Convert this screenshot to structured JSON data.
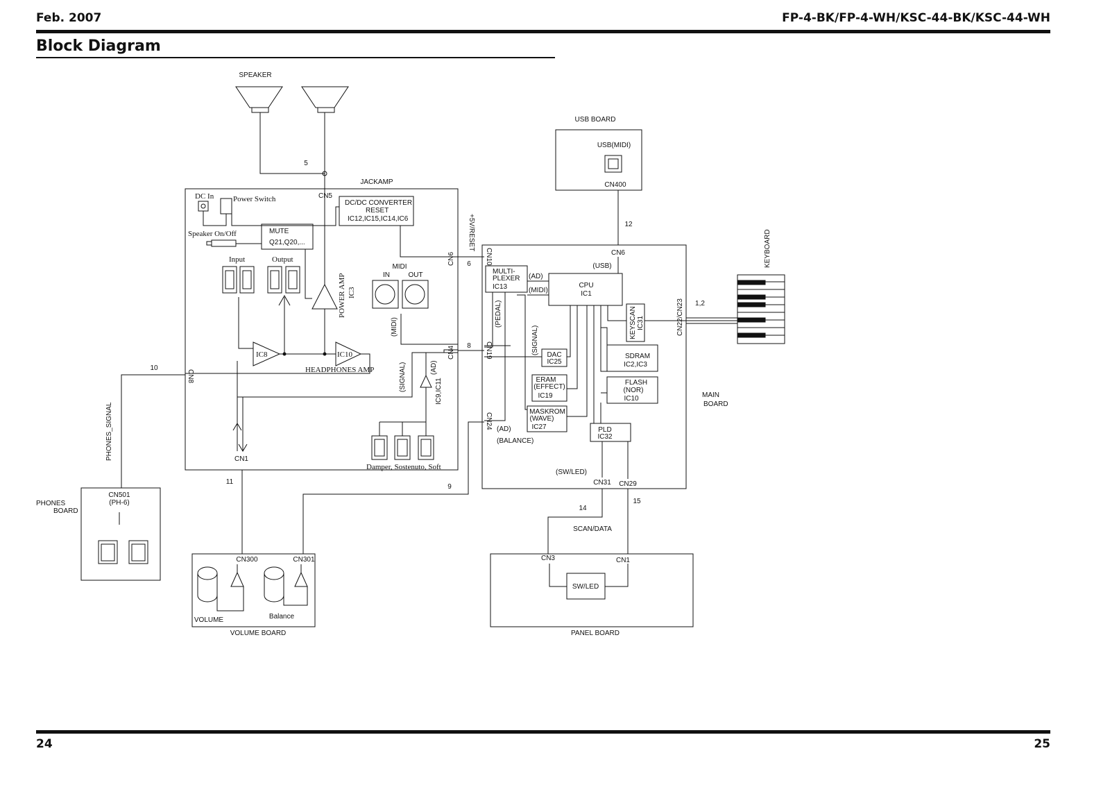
{
  "header": {
    "date": "Feb. 2007",
    "models": "FP-4-BK/FP-4-WH/KSC-44-BK/KSC-44-WH",
    "section_title": "Block Diagram"
  },
  "footer": {
    "page_left": "24",
    "page_right": "25"
  },
  "diagram": {
    "speaker": {
      "label": "SPEAKER",
      "wires": "5"
    },
    "jackamp": {
      "label": "JACKAMP",
      "cn5": "CN5",
      "dc_in": "DC In",
      "power_switch": "Power Switch",
      "speaker_onoff": "Speaker On/Off",
      "mute1": "MUTE",
      "mute2": "Q21,Q20,...",
      "dcdc1": "DC/DC CONVERTER",
      "dcdc2": "RESET",
      "dcdc3": "IC12,IC15,IC14,IC6",
      "input": "Input",
      "output": "Output",
      "power_amp1": "POWER AMP",
      "power_amp2": "IC3",
      "midi": "MIDI",
      "midi_in": "IN",
      "midi_out": "OUT",
      "midi_sig": "(MIDI)",
      "ic8": "IC8",
      "ic10": "IC10",
      "headphones_amp": "HEADPHONES AMP",
      "cn8": "CN8",
      "cn1": "CN1",
      "cn6": "CN6",
      "cn4": "CN4",
      "signal": "(SIGNAL)",
      "ad": "(AD)",
      "ic9_ic11": "IC9,IC11",
      "pedals": "Damper, Sostenuto, Soft"
    },
    "usb_board": {
      "label": "USB BOARD",
      "usb_midi": "USB(MIDI)",
      "cn400": "CN400",
      "wires": "12"
    },
    "main_board": {
      "label1": "MAIN",
      "label2": "BOARD",
      "cn6": "CN6",
      "usb": "(USB)",
      "cn10": "CN10",
      "cn19": "CN19",
      "cn24": "CN24",
      "cn22_cn23": "CN22/CN23",
      "cn31": "CN31",
      "cn29": "CN29",
      "mux1": "MULTI-",
      "mux2": "PLEXER",
      "mux3": "IC13",
      "ad_top": "(AD)",
      "midi_line": "(MIDI)",
      "cpu1": "CPU",
      "cpu2": "IC1",
      "keyscan1": "KEYSCAN",
      "keyscan2": "IC31",
      "pedal": "(PEDAL)",
      "signal": "(SIGNAL)",
      "dac1": "DAC",
      "dac2": "IC25",
      "sdram1": "SDRAM",
      "sdram2": "IC2,IC3",
      "eram1": "ERAM",
      "eram2": "(EFFECT)",
      "eram3": "IC19",
      "flash1": "FLASH",
      "flash2": "(NOR)",
      "flash3": "IC10",
      "maskrom1": "MASKROM",
      "maskrom2": "(WAVE)",
      "maskrom3": "IC27",
      "pld1": "PLD",
      "pld2": "IC32",
      "ad_bottom": "(AD)",
      "balance": "(BALANCE)",
      "sw_led": "(SW/LED)"
    },
    "wire_labels": {
      "reset": "+5V/RESET",
      "w6": "6",
      "w8": "8",
      "w10": "10",
      "w11": "11",
      "w9": "9",
      "w14": "14",
      "w15": "15",
      "w12": "1,2",
      "phones_signal": "PHONES_SIGNAL",
      "scan_data": "SCAN/DATA"
    },
    "keyboard": {
      "label": "KEYBOARD"
    },
    "phones_board": {
      "label1": "PHONES",
      "label2": "BOARD",
      "cn501": "CN501",
      "ph6": "(PH-6)"
    },
    "volume_board": {
      "label": "VOLUME BOARD",
      "cn300": "CN300",
      "cn301": "CN301",
      "volume": "VOLUME",
      "balance": "Balance"
    },
    "panel_board": {
      "label": "PANEL BOARD",
      "cn3": "CN3",
      "cn1": "CN1",
      "sw_led": "SW/LED"
    }
  }
}
